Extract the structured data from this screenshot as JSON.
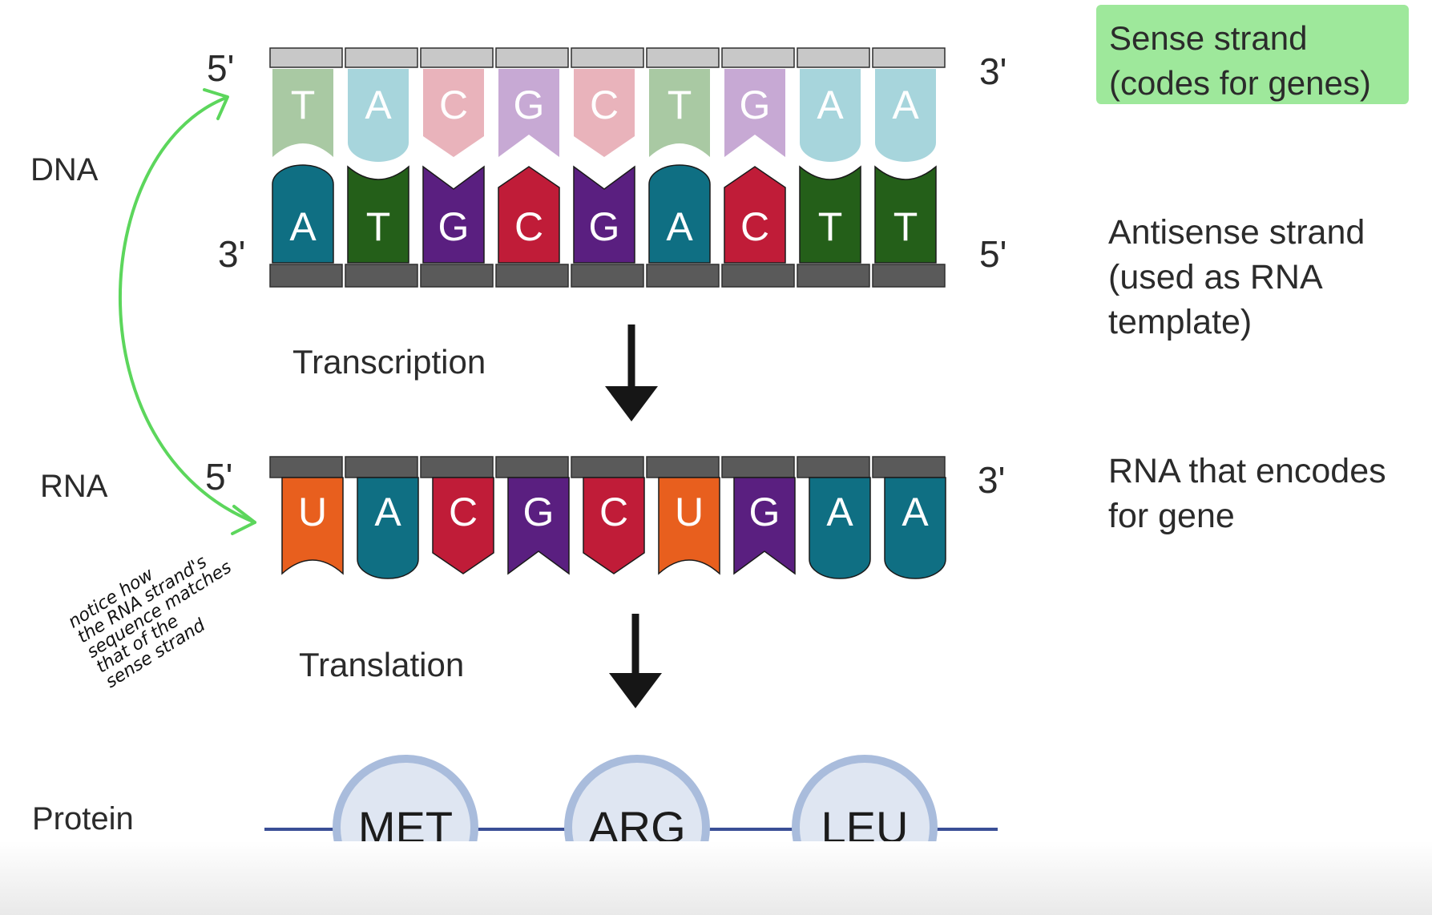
{
  "rows": {
    "dna": "DNA",
    "rna": "RNA",
    "protein": "Protein"
  },
  "ends": {
    "sense_left": "5'",
    "sense_right": "3'",
    "antisense_left": "3'",
    "antisense_right": "5'",
    "rna_left": "5'",
    "rna_right": "3'"
  },
  "steps": {
    "transcription": "Transcription",
    "translation": "Translation"
  },
  "notes": {
    "sense": "Sense strand (codes for genes)",
    "antisense": "Antisense strand (used as RNA template)",
    "rna": "RNA that encodes for gene"
  },
  "handwritten_note": [
    "notice how",
    "the RNA strand's",
    "sequence matches",
    "that of the",
    "sense strand"
  ],
  "sense_strand": [
    "T",
    "A",
    "C",
    "G",
    "C",
    "T",
    "G",
    "A",
    "A"
  ],
  "antisense_strand": [
    "A",
    "T",
    "G",
    "C",
    "G",
    "A",
    "C",
    "T",
    "T"
  ],
  "rna_strand": [
    "U",
    "A",
    "C",
    "G",
    "C",
    "U",
    "G",
    "A",
    "A"
  ],
  "protein": [
    "MET",
    "ARG",
    "LEU"
  ],
  "colors": {
    "light": {
      "T": "#a9c9a3",
      "A": "#a7d5dc",
      "C": "#e9b3bb",
      "G": "#c7a9d4"
    },
    "dark": {
      "A": "#0f6f83",
      "T": "#245f19",
      "G": "#5a1f80",
      "C": "#c01c38",
      "U": "#e85f1e"
    },
    "sense_bar": "#c8c8c8",
    "dark_bar": "#5a5a5a",
    "arrow": "#161616",
    "protein_line": "#3a4f96",
    "circle_fill": "#dfe6f2",
    "circle_stroke": "#a9bcdc",
    "highlight": "#9ee89b",
    "annotation_arrow": "#5cd65c"
  }
}
